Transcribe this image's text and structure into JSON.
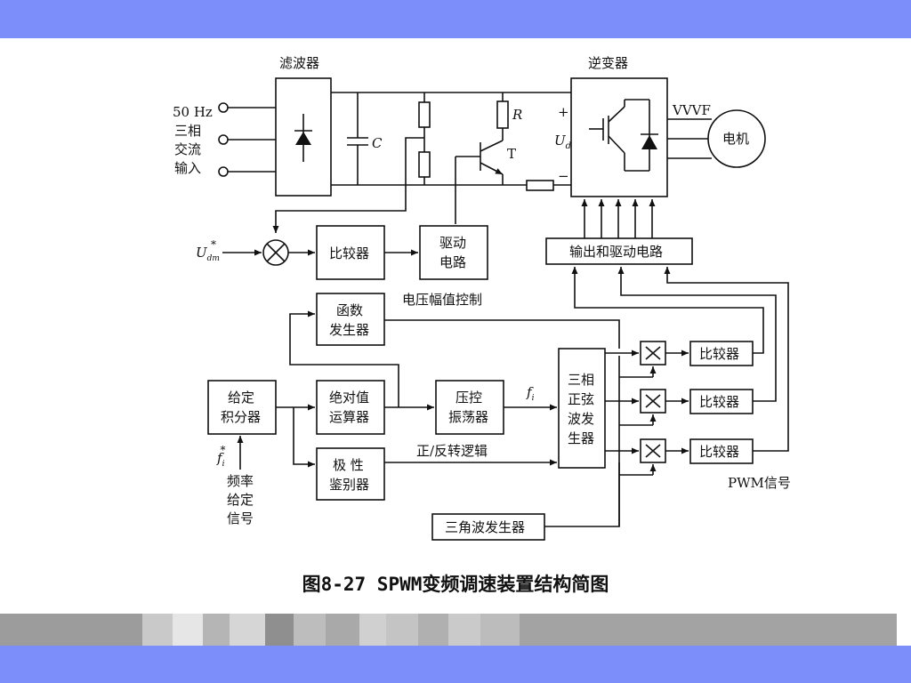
{
  "slide": {
    "caption": "图8-27 SPWM变频调速装置结构简图",
    "colors": {
      "bars": "#7b8ef9",
      "ink": "#111111"
    }
  },
  "diagram": {
    "filter": "滤波器",
    "inverter": "逆变器",
    "input_freq": "50 Hz",
    "input_line2": "三相",
    "input_line3": "交流",
    "input_line4": "输入",
    "cap": "C",
    "resistor": "R",
    "transistor": "T",
    "plus": "+",
    "minus": "−",
    "ud": "U",
    "ud_sub": "d",
    "vvvf": "VVVF",
    "motor": "电机",
    "udm": "U",
    "udm_sub": "dm",
    "udm_sup": "*",
    "comparator1": "比较器",
    "drive_1": "驱动",
    "drive_2": "电路",
    "output_drive": "输出和驱动电路",
    "volt_ctrl": "电压幅值控制",
    "func_1": "函数",
    "func_2": "发生器",
    "integrator_1": "给定",
    "integrator_2": "积分器",
    "abs_1": "绝对值",
    "abs_2": "运算器",
    "vco_1": "压控",
    "vco_2": "振荡器",
    "fi": "f",
    "fi_sub": "i",
    "sine_1": "三相",
    "sine_2": "正弦",
    "sine_3": "波发",
    "sine_4": "生器",
    "comp_a": "比较器",
    "comp_b": "比较器",
    "comp_c": "比较器",
    "polarity_1": "极  性",
    "polarity_2": "鉴别器",
    "logic": "正/反转逻辑",
    "pwm": "PWM信号",
    "fi_star": "f",
    "fi_star_sub": "i",
    "fi_star_sup": "*",
    "freq_1": "频率",
    "freq_2": "给定",
    "freq_3": "信号",
    "triangle": "三角波发生器"
  }
}
